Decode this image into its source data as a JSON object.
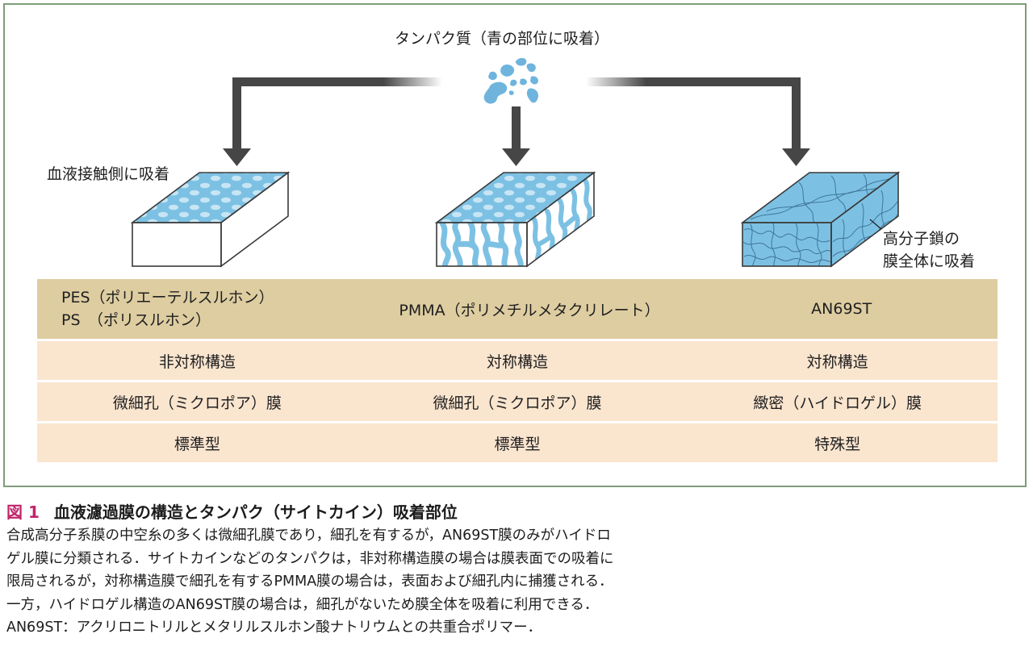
{
  "diagram": {
    "protein_label": "タンパク質（青の部位に吸着）",
    "left_label": "血液接触側に吸着",
    "right_label_line1": "高分子鎖の",
    "right_label_line2": "膜全体に吸着"
  },
  "table": {
    "header": {
      "col1_line1": "PES（ポリエーテルスルホン）",
      "col1_line2": "PS　（ポリスルホン）",
      "col2": "PMMA（ポリメチルメタクリレート）",
      "col3": "AN69ST"
    },
    "rows": [
      [
        "非対称構造",
        "対称構造",
        "対称構造"
      ],
      [
        "微細孔（ミクロポア）膜",
        "微細孔（ミクロポア）膜",
        "緻密（ハイドロゲル）膜"
      ],
      [
        "標準型",
        "標準型",
        "特殊型"
      ]
    ]
  },
  "caption": {
    "figure_no": "図 1",
    "title": "血液濾過膜の構造とタンパク（サイトカイン）吸着部位",
    "lines": [
      "合成高分子系膜の中空糸の多くは微細孔膜であり，細孔を有するが，AN69ST膜のみがハイドロ",
      "ゲル膜に分類される．サイトカインなどのタンパクは，非対称構造膜の場合は膜表面での吸着に",
      "限局されるが，対称構造膜で細孔を有するPMMA膜の場合は，表面および細孔内に捕獲される．",
      "一方，ハイドロゲル構造のAN69ST膜の場合は，細孔がないため膜全体を吸着に利用できる．",
      "AN69ST：アクリロニトリルとメタリルスルホン酸ナトリウムとの共重合ポリマー．"
    ]
  },
  "colors": {
    "frame": "#7e9b79",
    "arrow": "#464646",
    "protein": "#6fb4dc",
    "membrane_top": "#7cc1e3",
    "header_row": "#decda1",
    "body_row": "#fae5cf",
    "figure_label": "#c0256a"
  }
}
